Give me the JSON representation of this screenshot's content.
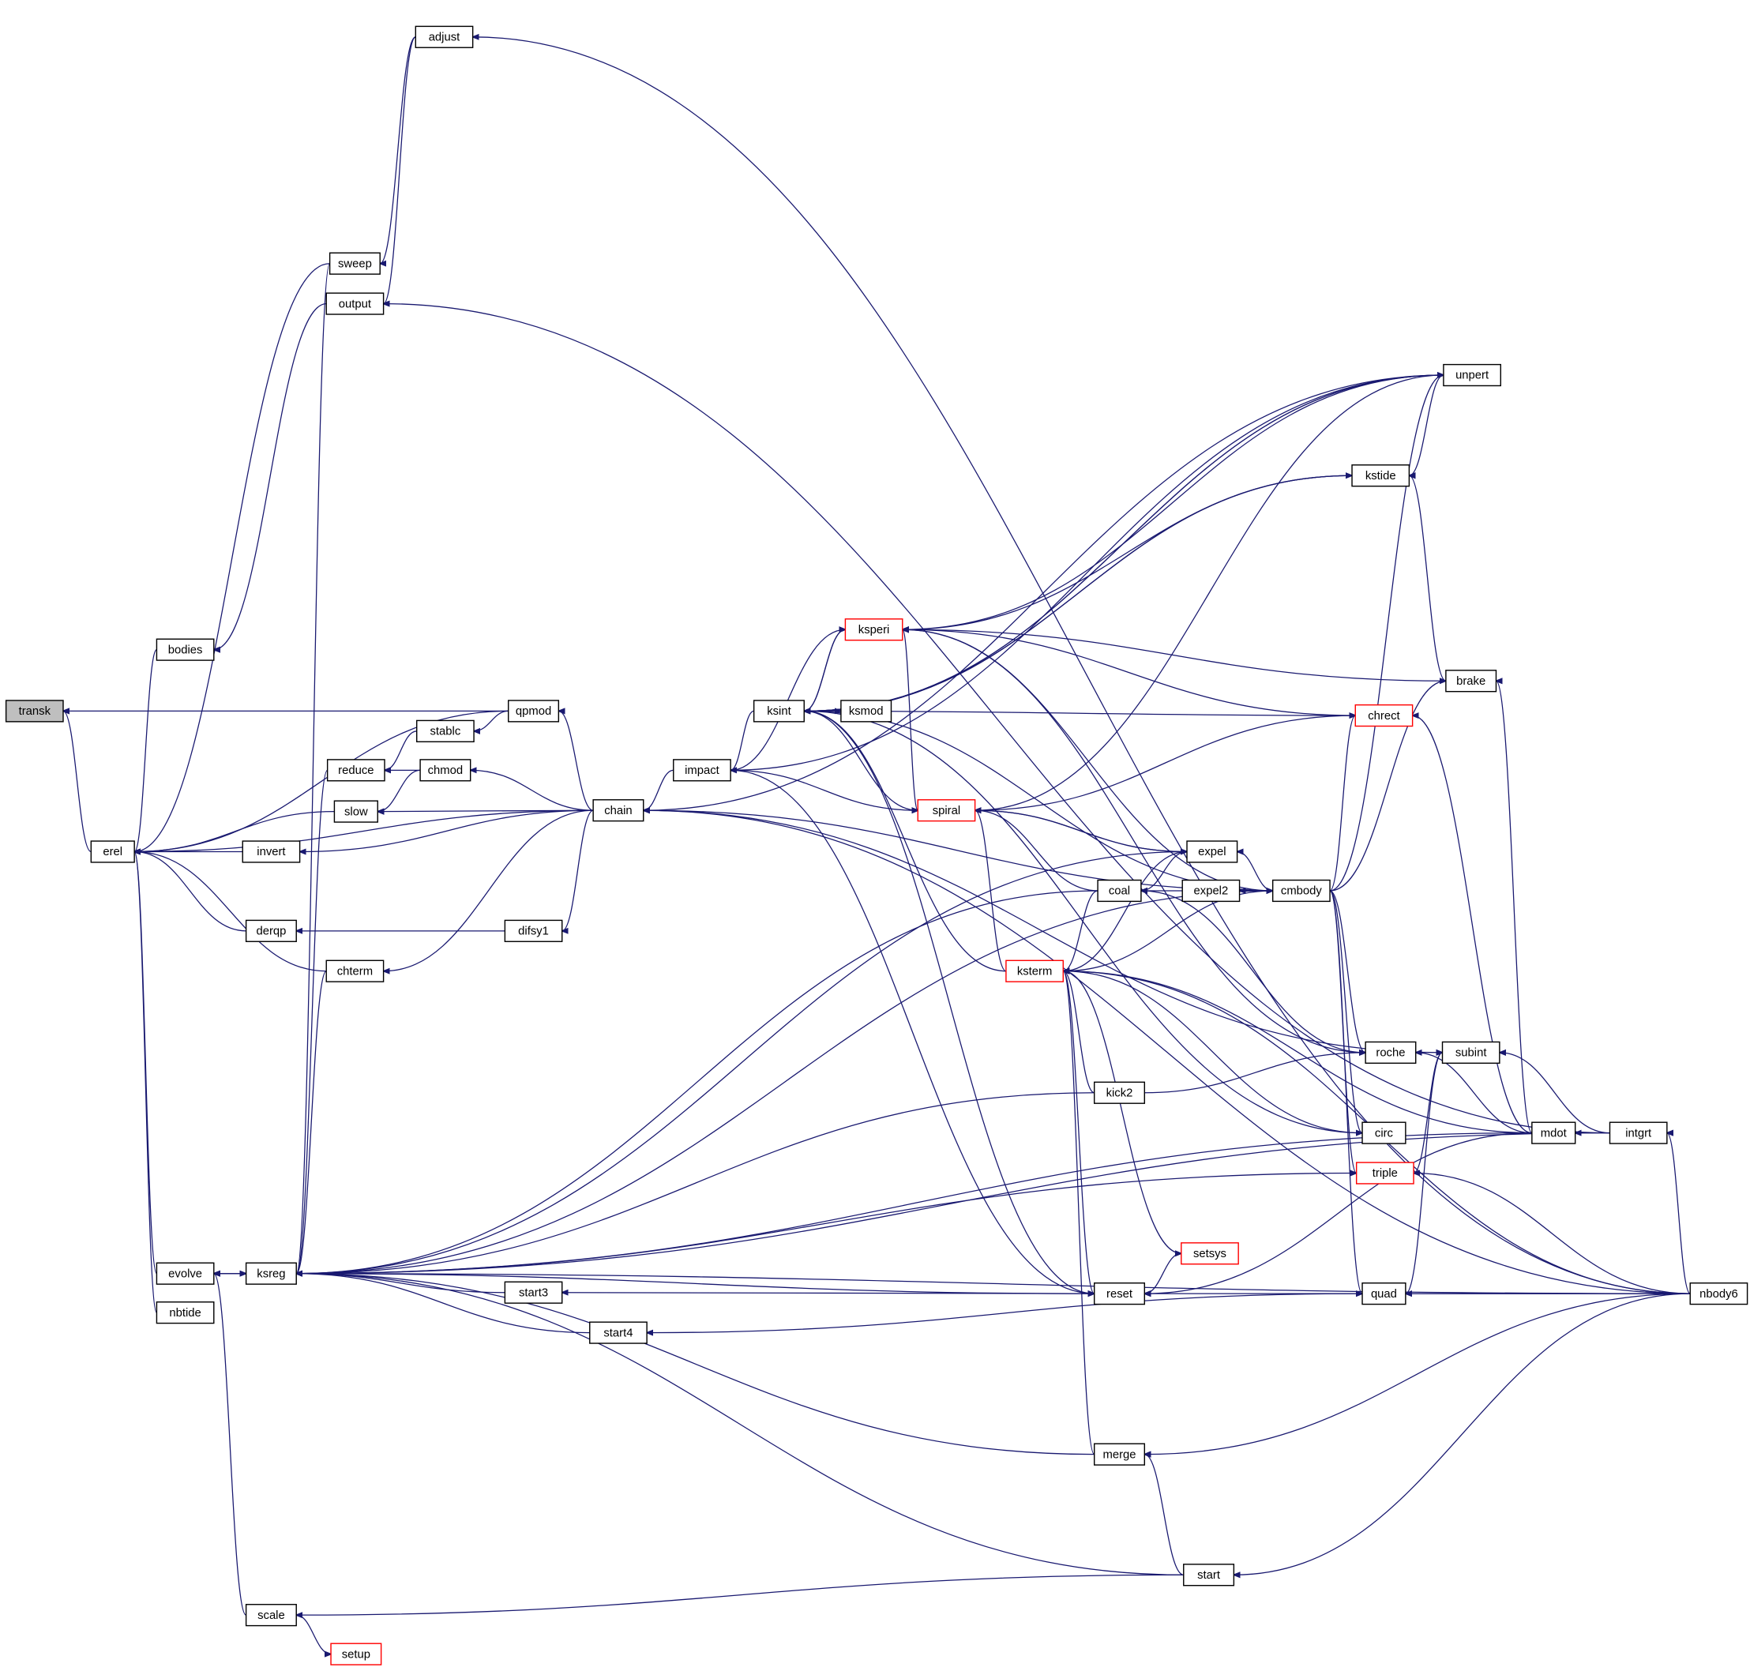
{
  "graph": {
    "title": "transk caller graph",
    "colors": {
      "edge": "#191970",
      "highlight_fill": "#bfbfbf",
      "truncated_border": "#ff0000",
      "border": "#000000"
    },
    "nodes": [
      {
        "id": "transk",
        "label": "transk",
        "style": "highlight"
      },
      {
        "id": "erel",
        "label": "erel",
        "style": "normal"
      },
      {
        "id": "adjust",
        "label": "adjust",
        "style": "normal"
      },
      {
        "id": "sweep",
        "label": "sweep",
        "style": "normal"
      },
      {
        "id": "output",
        "label": "output",
        "style": "normal"
      },
      {
        "id": "bodies",
        "label": "bodies",
        "style": "normal"
      },
      {
        "id": "qpmod",
        "label": "qpmod",
        "style": "normal"
      },
      {
        "id": "stablc",
        "label": "stablc",
        "style": "normal"
      },
      {
        "id": "reduce",
        "label": "reduce",
        "style": "normal"
      },
      {
        "id": "chmod",
        "label": "chmod",
        "style": "normal"
      },
      {
        "id": "slow",
        "label": "slow",
        "style": "normal"
      },
      {
        "id": "chain",
        "label": "chain",
        "style": "normal"
      },
      {
        "id": "invert",
        "label": "invert",
        "style": "normal"
      },
      {
        "id": "derqp",
        "label": "derqp",
        "style": "normal"
      },
      {
        "id": "difsy1",
        "label": "difsy1",
        "style": "normal"
      },
      {
        "id": "chterm",
        "label": "chterm",
        "style": "normal"
      },
      {
        "id": "impact",
        "label": "impact",
        "style": "normal"
      },
      {
        "id": "ksint",
        "label": "ksint",
        "style": "normal"
      },
      {
        "id": "ksmod",
        "label": "ksmod",
        "style": "normal"
      },
      {
        "id": "ksperi",
        "label": "ksperi",
        "style": "red"
      },
      {
        "id": "spiral",
        "label": "spiral",
        "style": "red"
      },
      {
        "id": "unpert",
        "label": "unpert",
        "style": "normal"
      },
      {
        "id": "kstide",
        "label": "kstide",
        "style": "normal"
      },
      {
        "id": "brake",
        "label": "brake",
        "style": "normal"
      },
      {
        "id": "chrect",
        "label": "chrect",
        "style": "red"
      },
      {
        "id": "expel",
        "label": "expel",
        "style": "normal"
      },
      {
        "id": "coal",
        "label": "coal",
        "style": "normal"
      },
      {
        "id": "expel2",
        "label": "expel2",
        "style": "normal"
      },
      {
        "id": "cmbody",
        "label": "cmbody",
        "style": "normal"
      },
      {
        "id": "ksterm",
        "label": "ksterm",
        "style": "red"
      },
      {
        "id": "roche",
        "label": "roche",
        "style": "normal"
      },
      {
        "id": "subint",
        "label": "subint",
        "style": "normal"
      },
      {
        "id": "kick2",
        "label": "kick2",
        "style": "normal"
      },
      {
        "id": "circ",
        "label": "circ",
        "style": "normal"
      },
      {
        "id": "mdot",
        "label": "mdot",
        "style": "normal"
      },
      {
        "id": "intgrt",
        "label": "intgrt",
        "style": "normal"
      },
      {
        "id": "triple",
        "label": "triple",
        "style": "red"
      },
      {
        "id": "setsys",
        "label": "setsys",
        "style": "red"
      },
      {
        "id": "reset",
        "label": "reset",
        "style": "normal"
      },
      {
        "id": "quad",
        "label": "quad",
        "style": "normal"
      },
      {
        "id": "evolve",
        "label": "evolve",
        "style": "normal"
      },
      {
        "id": "nbtide",
        "label": "nbtide",
        "style": "normal"
      },
      {
        "id": "ksreg",
        "label": "ksreg",
        "style": "normal"
      },
      {
        "id": "start3",
        "label": "start3",
        "style": "normal"
      },
      {
        "id": "start4",
        "label": "start4",
        "style": "normal"
      },
      {
        "id": "nbody6",
        "label": "nbody6",
        "style": "normal"
      },
      {
        "id": "merge",
        "label": "merge",
        "style": "normal"
      },
      {
        "id": "start",
        "label": "start",
        "style": "normal"
      },
      {
        "id": "scale",
        "label": "scale",
        "style": "normal"
      },
      {
        "id": "setup",
        "label": "setup",
        "style": "red"
      }
    ],
    "edges": [
      [
        "erel",
        "transk"
      ],
      [
        "qpmod",
        "transk"
      ],
      [
        "bodies",
        "erel"
      ],
      [
        "qpmod",
        "erel"
      ],
      [
        "slow",
        "erel"
      ],
      [
        "invert",
        "erel"
      ],
      [
        "chain",
        "erel"
      ],
      [
        "derqp",
        "erel"
      ],
      [
        "chterm",
        "erel"
      ],
      [
        "evolve",
        "erel"
      ],
      [
        "nbtide",
        "erel"
      ],
      [
        "sweep",
        "erel"
      ],
      [
        "nbody6",
        "adjust"
      ],
      [
        "adjust",
        "sweep"
      ],
      [
        "adjust",
        "output"
      ],
      [
        "intgrt",
        "output"
      ],
      [
        "output",
        "bodies"
      ],
      [
        "chain",
        "qpmod"
      ],
      [
        "qpmod",
        "stablc"
      ],
      [
        "stablc",
        "reduce"
      ],
      [
        "chmod",
        "reduce"
      ],
      [
        "chain",
        "chmod"
      ],
      [
        "chmod",
        "slow"
      ],
      [
        "chain",
        "slow"
      ],
      [
        "chain",
        "invert"
      ],
      [
        "difsy1",
        "derqp"
      ],
      [
        "chain",
        "difsy1"
      ],
      [
        "chain",
        "chterm"
      ],
      [
        "impact",
        "chain"
      ],
      [
        "nbody6",
        "chain"
      ],
      [
        "subint",
        "chain"
      ],
      [
        "ksint",
        "impact"
      ],
      [
        "unpert",
        "impact"
      ],
      [
        "ksperi",
        "ksint"
      ],
      [
        "ksmod",
        "ksint"
      ],
      [
        "kstide",
        "ksint"
      ],
      [
        "unpert",
        "ksint"
      ],
      [
        "ksterm",
        "ksint"
      ],
      [
        "circ",
        "ksint"
      ],
      [
        "ksint",
        "ksmod"
      ],
      [
        "ksint",
        "ksperi"
      ],
      [
        "impact",
        "ksperi"
      ],
      [
        "kstide",
        "ksperi"
      ],
      [
        "brake",
        "ksperi"
      ],
      [
        "chrect",
        "ksperi"
      ],
      [
        "cmbody",
        "ksperi"
      ],
      [
        "roche",
        "ksperi"
      ],
      [
        "unpert",
        "ksperi"
      ],
      [
        "impact",
        "spiral"
      ],
      [
        "ksint",
        "spiral"
      ],
      [
        "ksperi",
        "spiral"
      ],
      [
        "chrect",
        "spiral"
      ],
      [
        "expel",
        "spiral"
      ],
      [
        "coal",
        "spiral"
      ],
      [
        "ksterm",
        "spiral"
      ],
      [
        "unpert",
        "spiral"
      ],
      [
        "ksint",
        "chrect"
      ],
      [
        "mdot",
        "chrect"
      ],
      [
        "cmbody",
        "chrect"
      ],
      [
        "spiral",
        "expel"
      ],
      [
        "cmbody",
        "expel"
      ],
      [
        "coal",
        "expel"
      ],
      [
        "expel2",
        "coal"
      ],
      [
        "roche",
        "coal"
      ],
      [
        "cmbody",
        "expel2"
      ],
      [
        "chain",
        "cmbody"
      ],
      [
        "ksint",
        "cmbody"
      ],
      [
        "coal",
        "ksterm"
      ],
      [
        "expel",
        "ksterm"
      ],
      [
        "cmbody",
        "ksterm"
      ],
      [
        "kick2",
        "ksterm"
      ],
      [
        "reset",
        "ksterm"
      ],
      [
        "merge",
        "ksterm"
      ],
      [
        "circ",
        "ksterm"
      ],
      [
        "setsys",
        "ksterm"
      ],
      [
        "mdot",
        "ksterm"
      ],
      [
        "nbody6",
        "ksterm"
      ],
      [
        "unpert",
        "kstide"
      ],
      [
        "brake",
        "kstide"
      ],
      [
        "ksint",
        "kstide"
      ],
      [
        "ksint",
        "unpert"
      ],
      [
        "chain",
        "unpert"
      ],
      [
        "mdot",
        "brake"
      ],
      [
        "cmbody",
        "brake"
      ],
      [
        "kick2",
        "roche"
      ],
      [
        "mdot",
        "roche"
      ],
      [
        "cmbody",
        "roche"
      ],
      [
        "triple",
        "subint"
      ],
      [
        "quad",
        "subint"
      ],
      [
        "intgrt",
        "subint"
      ],
      [
        "cmbody",
        "circ"
      ],
      [
        "cmbody",
        "triple"
      ],
      [
        "cmbody",
        "quad"
      ],
      [
        "cmbody",
        "unpert"
      ],
      [
        "intgrt",
        "mdot"
      ],
      [
        "nbody6",
        "intgrt"
      ],
      [
        "nbody6",
        "triple"
      ],
      [
        "reset",
        "setsys"
      ],
      [
        "ksint",
        "reset"
      ],
      [
        "impact",
        "reset"
      ],
      [
        "mdot",
        "reset"
      ],
      [
        "nbody6",
        "reset"
      ],
      [
        "nbody6",
        "quad"
      ],
      [
        "reset",
        "start3"
      ],
      [
        "quad",
        "start4"
      ],
      [
        "start",
        "merge"
      ],
      [
        "nbody6",
        "merge"
      ],
      [
        "nbody6",
        "start"
      ],
      [
        "start",
        "scale"
      ],
      [
        "scale",
        "setup"
      ],
      [
        "ksreg",
        "evolve"
      ],
      [
        "scale",
        "evolve"
      ],
      [
        "coal",
        "ksreg"
      ],
      [
        "expel",
        "ksreg"
      ],
      [
        "cmbody",
        "ksreg"
      ],
      [
        "kick2",
        "ksreg"
      ],
      [
        "start3",
        "ksreg"
      ],
      [
        "start4",
        "ksreg"
      ],
      [
        "reset",
        "ksreg"
      ],
      [
        "triple",
        "ksreg"
      ],
      [
        "mdot",
        "ksreg"
      ],
      [
        "merge",
        "ksreg"
      ],
      [
        "start",
        "ksreg"
      ],
      [
        "intgrt",
        "ksreg"
      ],
      [
        "nbody6",
        "ksreg"
      ],
      [
        "reduce",
        "ksreg"
      ],
      [
        "chterm",
        "ksreg"
      ],
      [
        "sweep",
        "ksreg"
      ],
      [
        "evolve",
        "ksreg"
      ]
    ]
  }
}
